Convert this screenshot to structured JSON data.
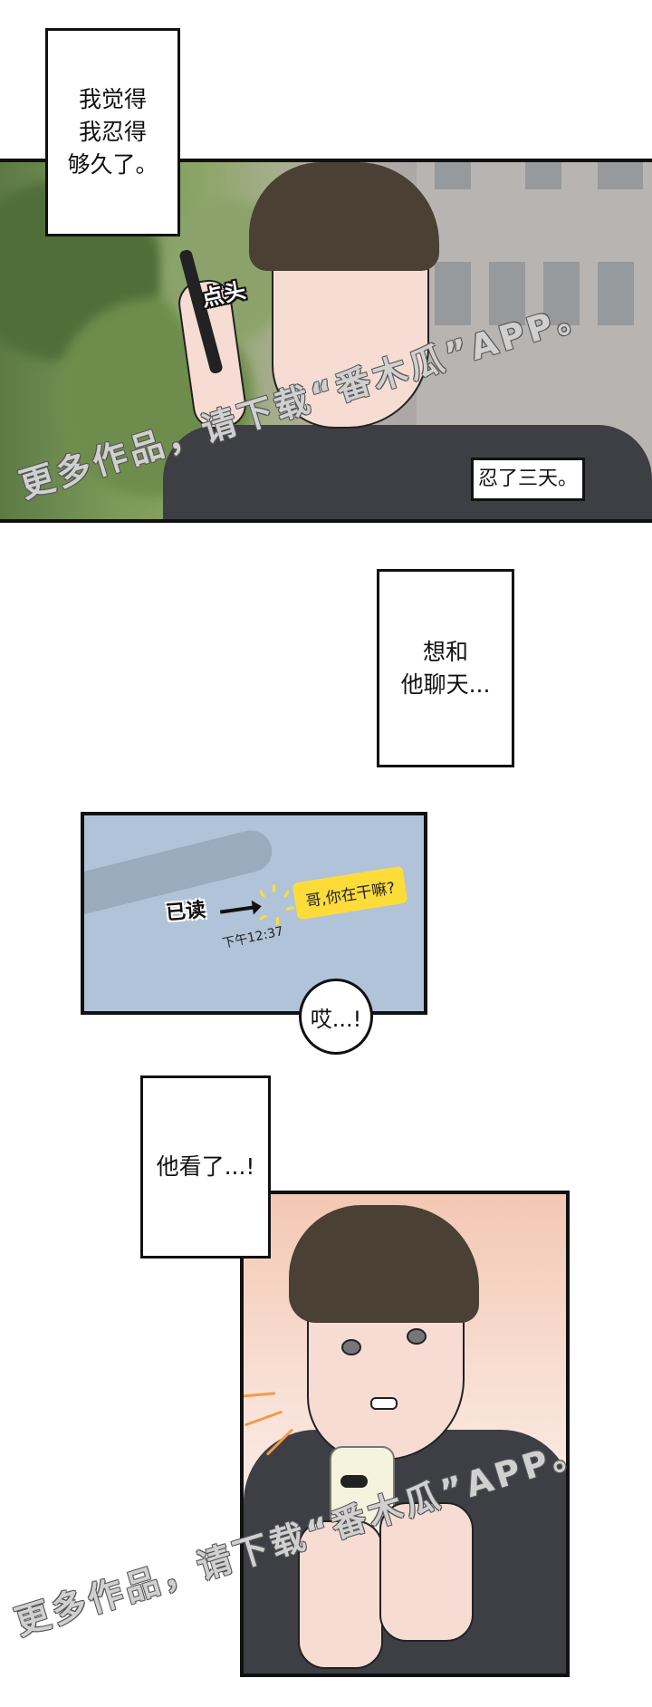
{
  "captions": {
    "c1": "我觉得\n我忍得\n够久了。",
    "c2": "忍了三天。",
    "c3": "想和\n他聊天...",
    "c4": "他看了...!"
  },
  "sfx": {
    "nod": "点头"
  },
  "chat": {
    "read_label": "已读",
    "message": "哥,你在干嘛?",
    "timestamp": "下午12:37",
    "colors": {
      "screen_bg": "#b1c3d9",
      "bubble": "#fddc3a"
    }
  },
  "speech": {
    "gasp": "哎...!"
  },
  "watermark": {
    "line1": "更多作品，请下载“番木瓜”APP。",
    "line2": "更多作品，请下载“番木瓜”APP。"
  }
}
